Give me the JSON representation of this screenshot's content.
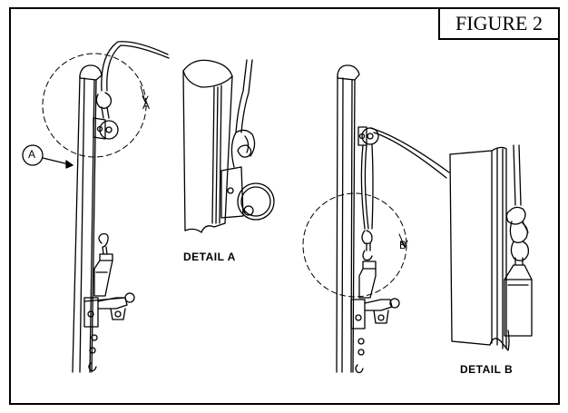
{
  "figure": {
    "title": "FIGURE 2",
    "detail_a_label": "DETAIL  A",
    "detail_b_label": "DETAIL  B",
    "callout_a_circle": "A",
    "callout_a_arrow": "A",
    "callout_b_arrow": "B"
  }
}
